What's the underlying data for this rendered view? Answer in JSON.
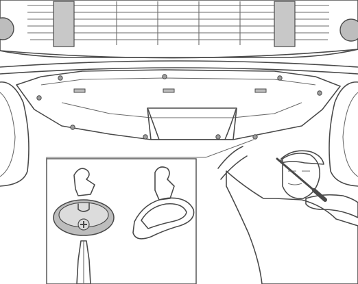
{
  "illustration": {
    "fill": "#dcdcdc",
    "fill_dark": "#bdbdbd",
    "fill_clip": "#9e9e9e",
    "stroke": "#4a4a4a",
    "background": "#ffffff",
    "icons": [
      "car-underbody",
      "splash-shield",
      "fastener-clip",
      "screwdriver-tip",
      "technician"
    ]
  }
}
